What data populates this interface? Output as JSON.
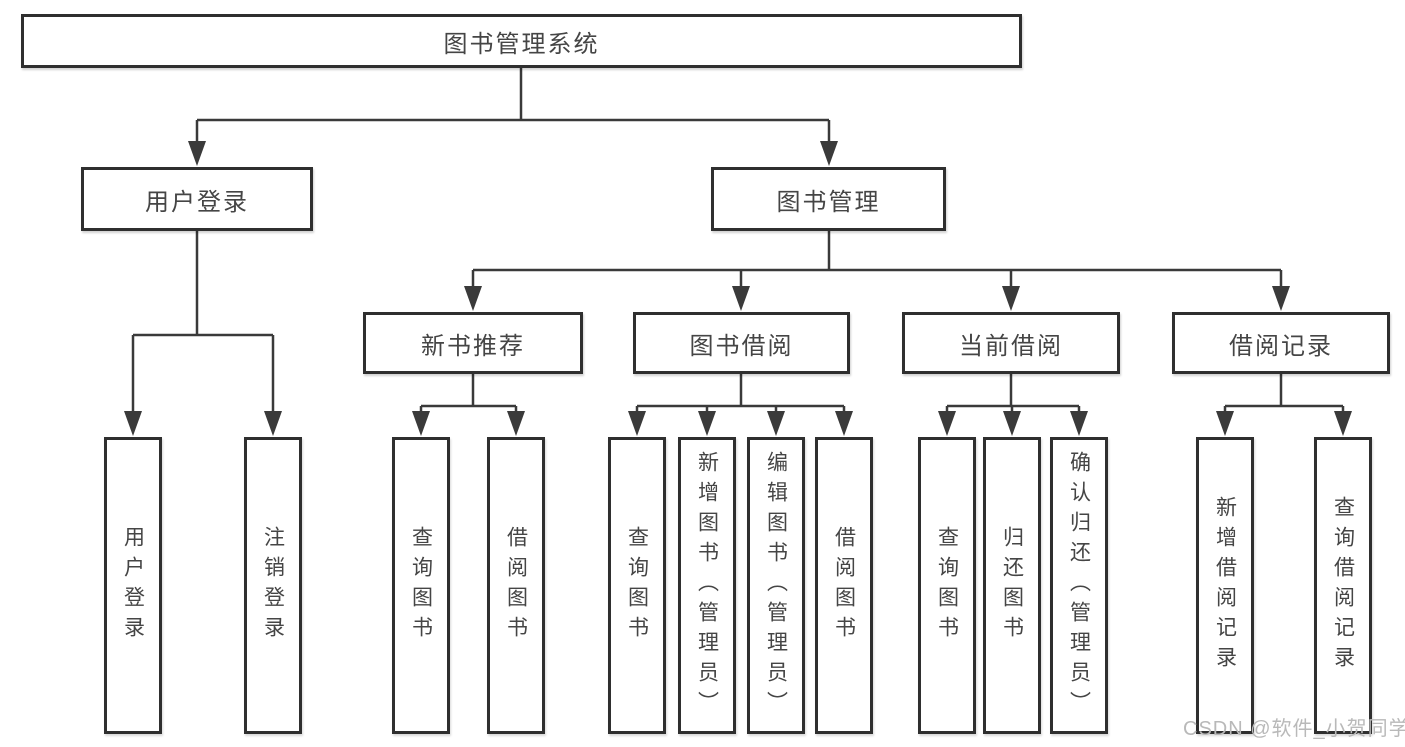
{
  "diagram": {
    "root": {
      "label": "图书管理系统"
    },
    "branches": [
      {
        "label": "用户登录",
        "children": [
          {
            "label": "用户登录"
          },
          {
            "label": "注销登录"
          }
        ]
      },
      {
        "label": "图书管理",
        "groups": [
          {
            "label": "新书推荐",
            "children": [
              {
                "label": "查询图书"
              },
              {
                "label": "借阅图书"
              }
            ]
          },
          {
            "label": "图书借阅",
            "children": [
              {
                "label": "查询图书"
              },
              {
                "label": "新增图书（管理员）"
              },
              {
                "label": "编辑图书（管理员）"
              },
              {
                "label": "借阅图书"
              }
            ]
          },
          {
            "label": "当前借阅",
            "children": [
              {
                "label": "查询图书"
              },
              {
                "label": "归还图书"
              },
              {
                "label": "确认归还（管理员）"
              }
            ]
          },
          {
            "label": "借阅记录",
            "children": [
              {
                "label": "新增借阅记录"
              },
              {
                "label": "查询借阅记录"
              }
            ]
          }
        ]
      }
    ]
  },
  "watermark": {
    "text": "CSDN @软件_小贺同学"
  },
  "colors": {
    "background": "#ffffff",
    "line": "#3a3a3a",
    "border": "#2f2f2f",
    "text": "#454545",
    "watermark": "#b9b9b9"
  }
}
